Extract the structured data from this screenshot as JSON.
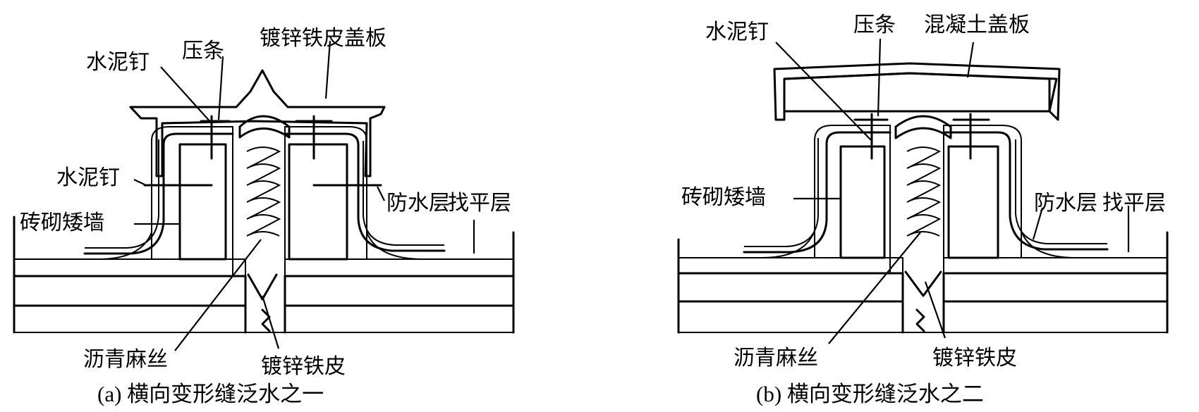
{
  "colors": {
    "ink": "#000000",
    "paper": "#ffffff"
  },
  "panel_a": {
    "caption": "(a) 横向变形缝泛水之一",
    "labels": {
      "cover": "镀锌铁皮盖板",
      "strip": "压条",
      "nail_top": "水泥钉",
      "nail_side": "水泥钉",
      "wall": "砖砌矮墙",
      "waterproof": "防水层",
      "screed": "找平层",
      "hemp": "沥青麻丝",
      "sheet": "镀锌铁皮"
    }
  },
  "panel_b": {
    "caption": "(b) 横向变形缝泛水之二",
    "labels": {
      "nail": "水泥钉",
      "strip": "压条",
      "cover": "混凝土盖板",
      "wall": "砖砌矮墙",
      "waterproof": "防水层",
      "screed": "找平层",
      "hemp": "沥青麻丝",
      "sheet": "镀锌铁皮"
    }
  }
}
